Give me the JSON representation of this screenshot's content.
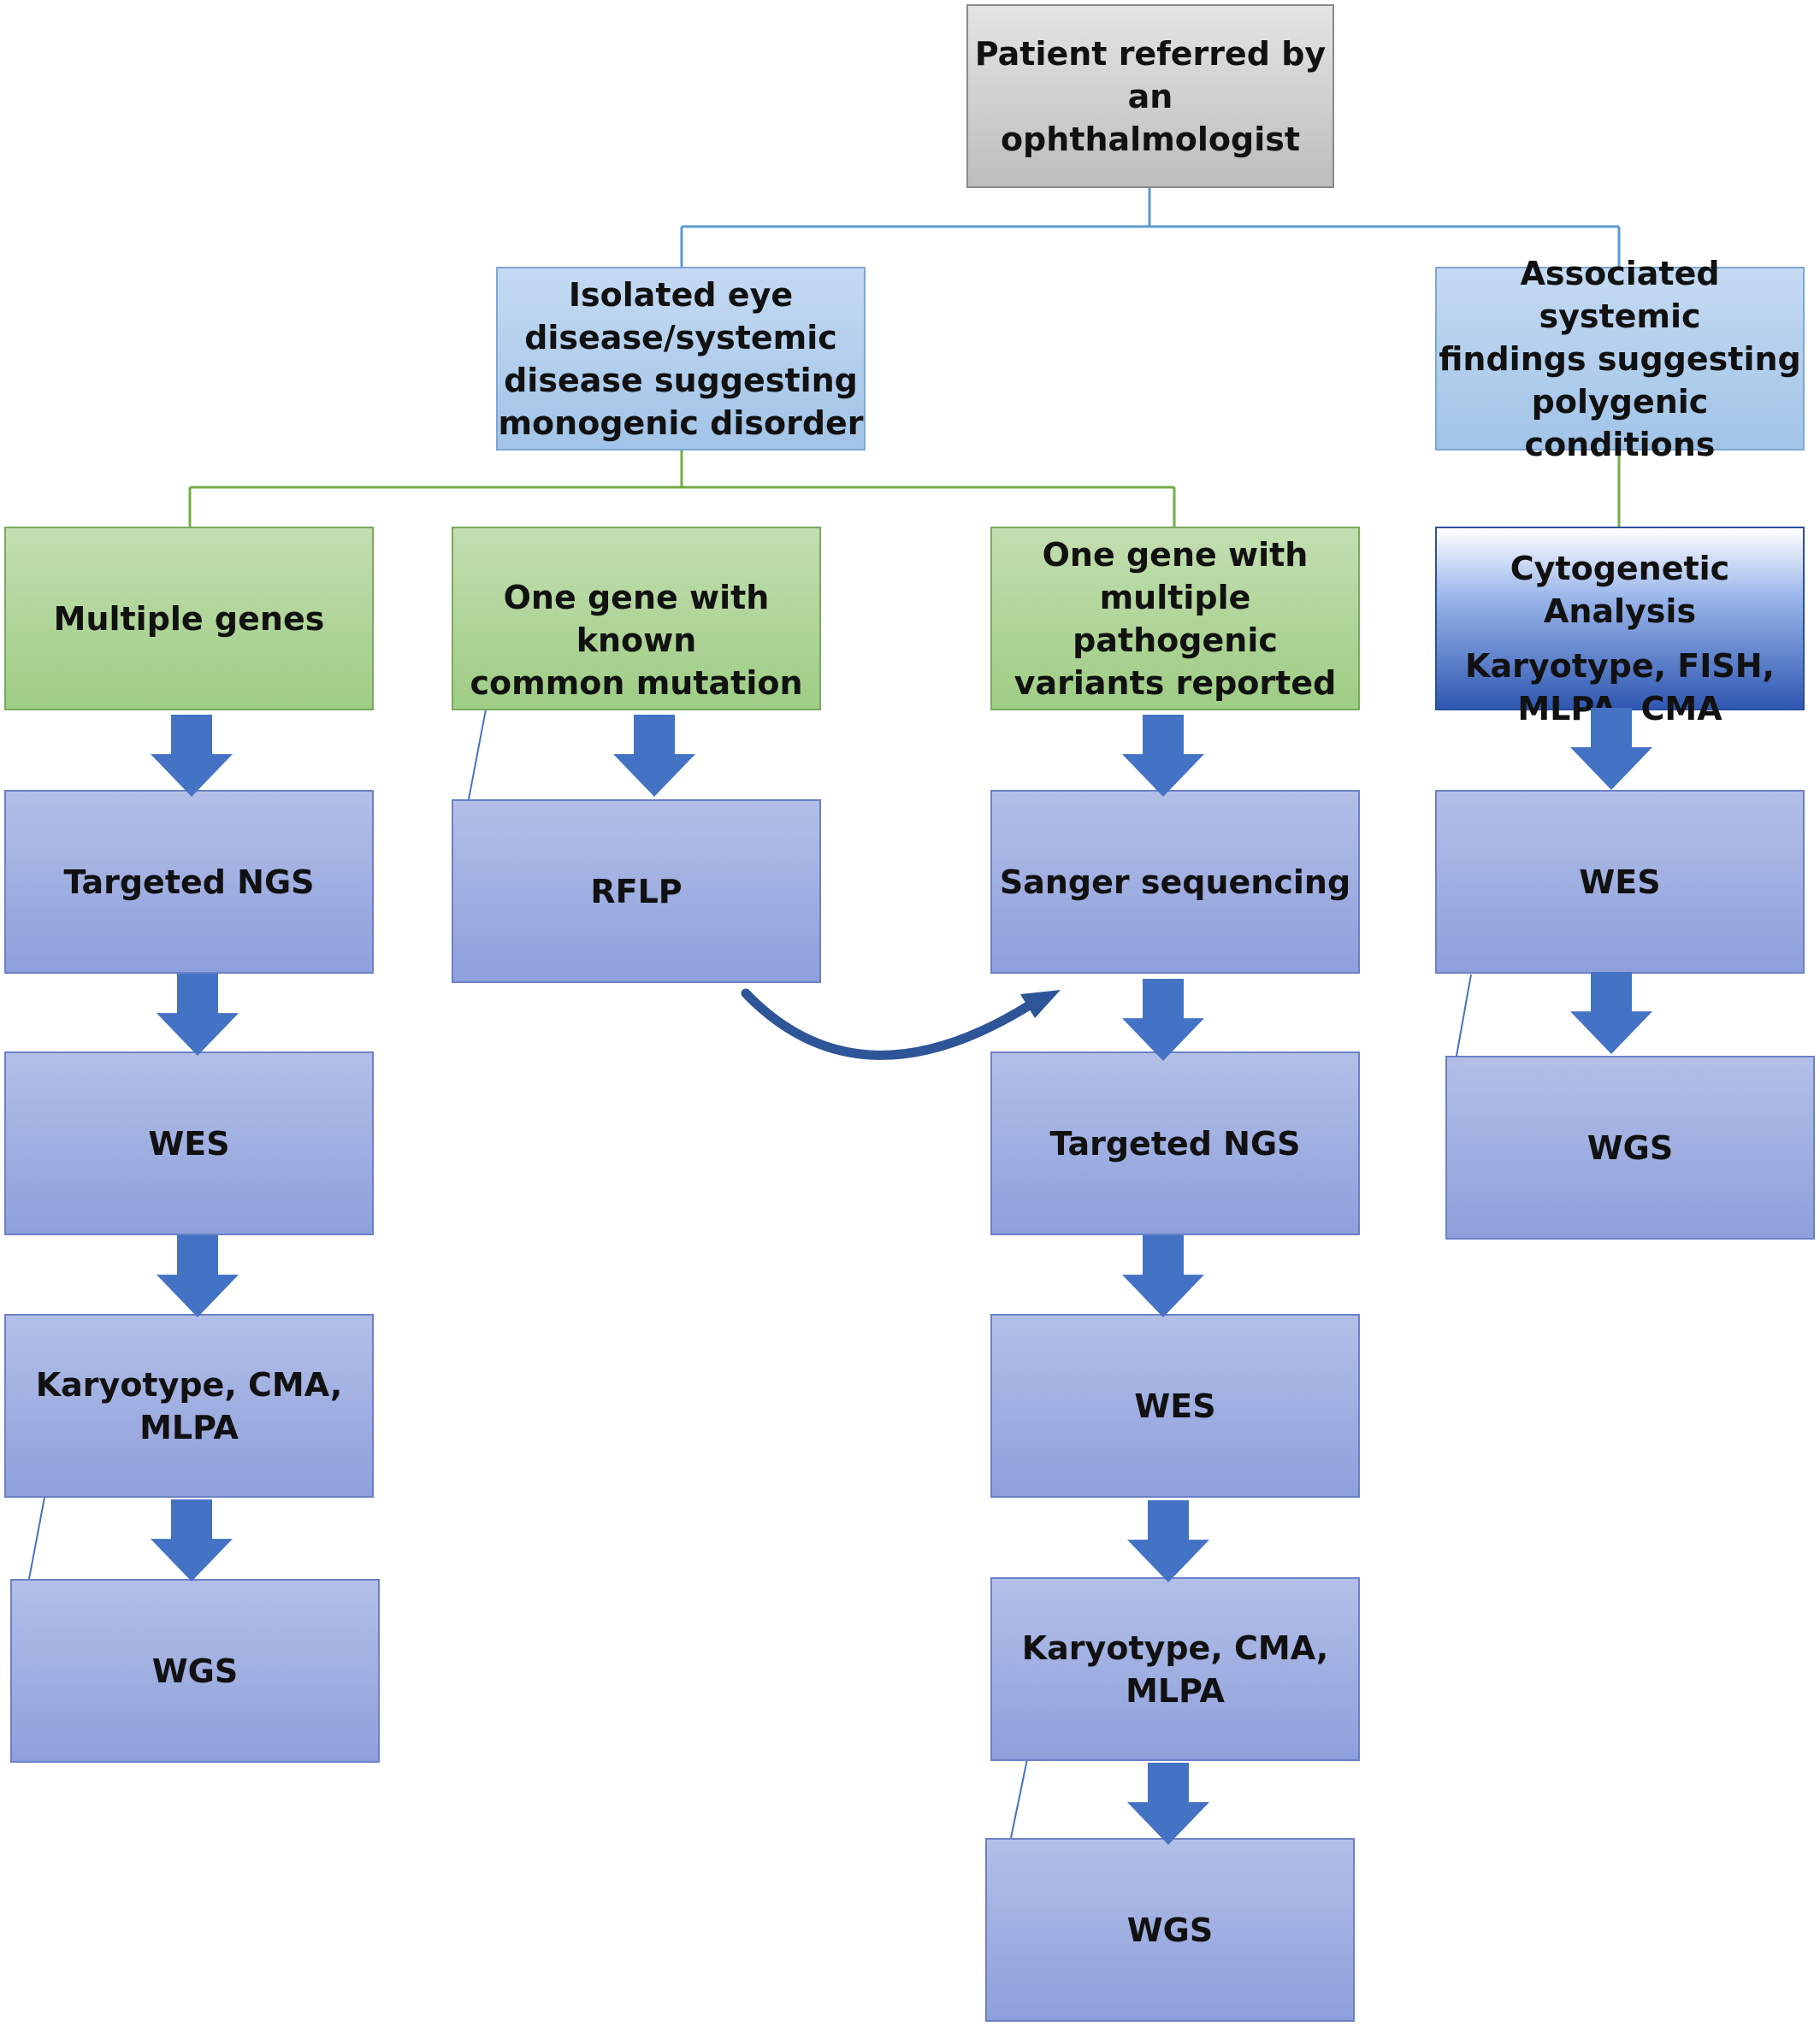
{
  "nodes": {
    "root": [
      "Patient referred by an",
      "ophthalmologist"
    ],
    "isolated": [
      "Isolated eye",
      "disease/systemic",
      "disease suggesting",
      "monogenic disorder"
    ],
    "associated": [
      "Associated systemic",
      "findings suggesting",
      "polygenic conditions"
    ],
    "multiple_genes": [
      "Multiple genes"
    ],
    "one_gene_common": [
      "One gene with known",
      "common mutation"
    ],
    "one_gene_multiple": [
      "One gene with",
      "multiple pathogenic",
      "variants reported"
    ],
    "cytogenetic": [
      "Cytogenetic Analysis",
      "Karyotype, FISH,",
      "MLPA, CMA"
    ],
    "left_chain": [
      [
        "Targeted NGS"
      ],
      [
        "WES"
      ],
      [
        "Karyotype, CMA,",
        "MLPA"
      ],
      [
        "WGS"
      ]
    ],
    "rflp": [
      "RFLP"
    ],
    "middle_chain": [
      [
        "Sanger sequencing"
      ],
      [
        "Targeted NGS"
      ],
      [
        "WES"
      ],
      [
        "Karyotype, CMA,",
        "MLPA"
      ],
      [
        "WGS"
      ]
    ],
    "right_chain": [
      [
        "WES"
      ],
      [
        "WGS"
      ]
    ]
  },
  "colors": {
    "tree_line_top": "#5b9bd5",
    "tree_line_green": "#70ad47",
    "arrow_fill": "#4472c4",
    "curved_arrow": "#2e5597"
  }
}
